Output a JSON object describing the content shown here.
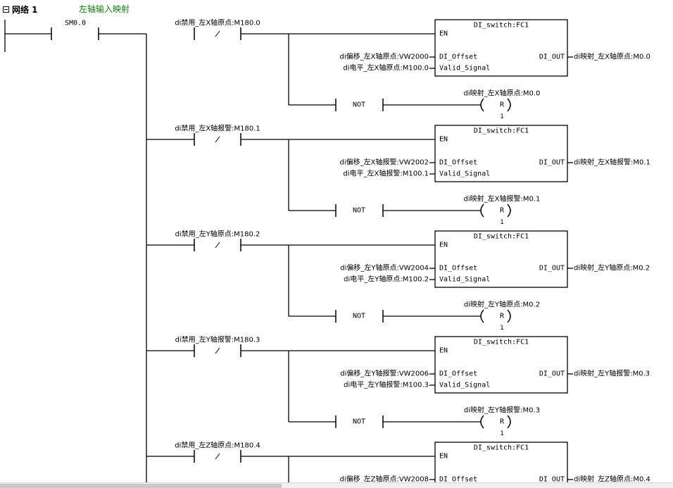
{
  "network": {
    "title": "网络 1",
    "comment": "左轴输入映射"
  },
  "first_contact": {
    "label": "SM0.0"
  },
  "fb_name": "DI_switch:FC1",
  "fb_pins": {
    "en": "EN",
    "offset": "DI_Offset",
    "valid": "Valid_Signal",
    "out": "DI_OUT"
  },
  "not_label": "NOT",
  "reset_coil": {
    "symbol": "R",
    "count": "1"
  },
  "rungs": [
    {
      "disable_contact": "di禁用_左X轴原点:M180.0",
      "offset_input": "di偏移_左X轴原点:VW2000",
      "level_input": "di电平_左X轴原点:M100.0",
      "output": "di映射_左X轴原点:M0.0",
      "reset_label": "di映射_左X轴原点:M0.0"
    },
    {
      "disable_contact": "di禁用_左X轴报警:M180.1",
      "offset_input": "di偏移_左X轴报警:VW2002",
      "level_input": "di电平_左X轴报警:M100.1",
      "output": "di映射_左X轴报警:M0.1",
      "reset_label": "di映射_左X轴报警:M0.1"
    },
    {
      "disable_contact": "di禁用_左Y轴原点:M180.2",
      "offset_input": "di偏移_左Y轴原点:VW2004",
      "level_input": "di电平_左Y轴原点:M100.2",
      "output": "di映射_左Y轴原点:M0.2",
      "reset_label": "di映射_左Y轴原点:M0.2"
    },
    {
      "disable_contact": "di禁用_左Y轴报警:M180.3",
      "offset_input": "di偏移_左Y轴报警:VW2006",
      "level_input": "di电平_左Y轴报警:M100.3",
      "output": "di映射_左Y轴报警:M0.3",
      "reset_label": "di映射_左Y轴报警:M0.3"
    },
    {
      "disable_contact": "di禁用_左Z轴原点:M180.4",
      "offset_input": "di偏移_左Z轴原点:VW2008",
      "level_input": "",
      "output": "di映射_左Z轴原点:M0.4",
      "reset_label": ""
    }
  ],
  "colors": {
    "wire": "#000000",
    "comment": "#108010",
    "background": "#ffffff"
  }
}
